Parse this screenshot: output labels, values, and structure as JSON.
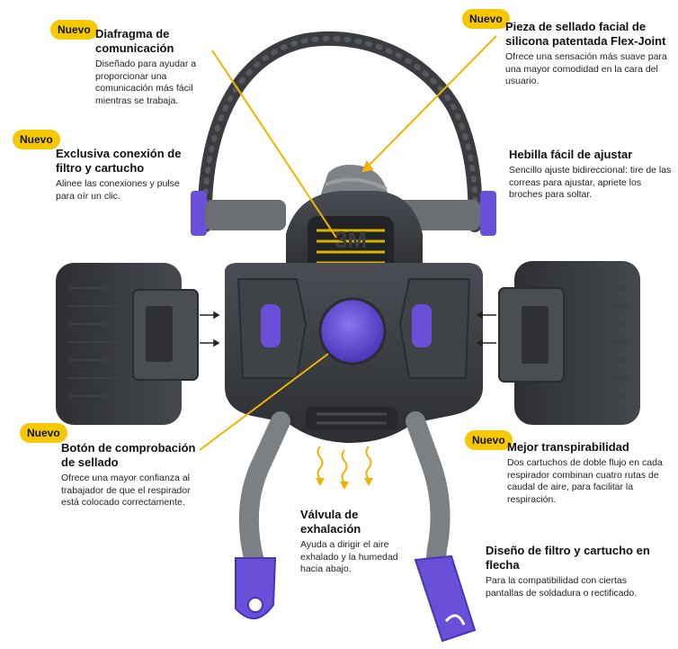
{
  "badge_label": "Nuevo",
  "callouts": {
    "diafragma": {
      "title": "Diafragma de comunicación",
      "desc": "Diseñado para ayudar a proporcionar una comunicación más fácil mientras se trabaja."
    },
    "sellado_facial": {
      "title": "Pieza de sellado facial de silicona patentada Flex-Joint",
      "desc": "Ofrece una sensación más suave para una mayor comodidad en la cara del usuario."
    },
    "conexion_filtro": {
      "title": "Exclusiva conexión de filtro y cartucho",
      "desc": "Alinee las conexiones y pulse para oír un clic."
    },
    "hebilla": {
      "title": "Hebilla fácil de ajustar",
      "desc": "Sencillo ajuste bidireccional: tire de las correas para ajustar, apriete los broches para soltar."
    },
    "boton_comprobacion": {
      "title": "Botón de comprobación de sellado",
      "desc": "Ofrece una mayor confianza al trabajador de que el respirador está colocado correctamente."
    },
    "transpirabilidad": {
      "title": "Mejor transpirabilidad",
      "desc": "Dos cartuchos de doble flujo en cada respirador combinan cuatro rutas de caudal de aire, para facilitar la respiración."
    },
    "valvula": {
      "title": "Válvula de exhalación",
      "desc": "Ayuda a dirigir el aire exhalado y la humedad hacia abajo."
    },
    "diseno_filtro": {
      "title": "Diseño de filtro y cartucho en flecha",
      "desc": "Para la compatibilidad con ciertas pantallas de soldadura o rectificado."
    }
  },
  "logo_text": "3M",
  "colors": {
    "badge": "#f6c800",
    "mask_body": "#3a3d42",
    "accent_purple": "#6a4fd8",
    "strap": "#8a8c8f",
    "pointer": "#f0b400"
  }
}
